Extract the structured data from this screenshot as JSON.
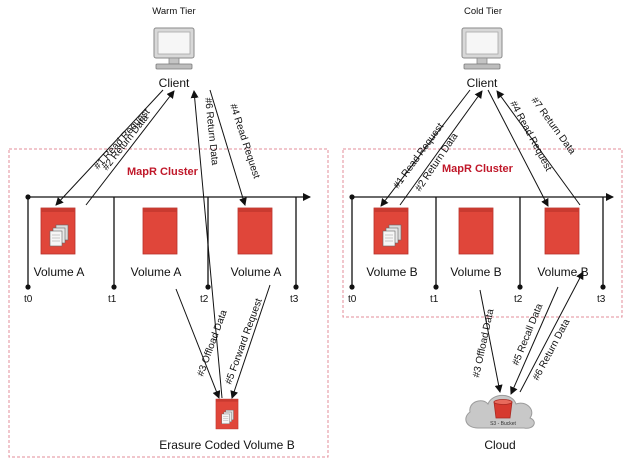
{
  "tiers": {
    "warm": {
      "title": "Warm Tier",
      "client": "Client",
      "cluster": "MapR Cluster",
      "times": [
        "t0",
        "t1",
        "t2",
        "t3"
      ],
      "volumes": [
        "Volume A",
        "Volume A",
        "Volume A"
      ],
      "target": "Erasure Coded Volume B",
      "arrows": [
        "#1 Read Request",
        "#2 Return Data",
        "#6 Return Data",
        "#4 Read Request",
        "#3 Offload Data",
        "#5 Forward Request"
      ]
    },
    "cold": {
      "title": "Cold Tier",
      "client": "Client",
      "cluster": "MapR Cluster",
      "times": [
        "t0",
        "t1",
        "t2",
        "t3"
      ],
      "volumes": [
        "Volume B",
        "Volume B",
        "Volume B"
      ],
      "target": "Cloud",
      "bucket": "S3 - Bucket",
      "arrows": [
        "#1 Read Request",
        "#2 Return Data",
        "#4 Read Request",
        "#7 Return Data",
        "#3 Offload Data",
        "#5 Recall Data",
        "#6 Return Data"
      ]
    }
  },
  "colors": {
    "volume": "#e0463a",
    "cluster_border": "#e38d9a",
    "title": "#c0182a"
  }
}
